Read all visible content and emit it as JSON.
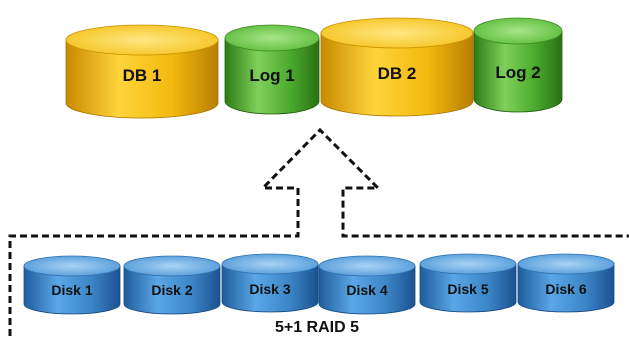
{
  "volumes": [
    {
      "label": "DB 1",
      "kind": "database"
    },
    {
      "label": "Log 1",
      "kind": "log"
    },
    {
      "label": "DB 2",
      "kind": "database"
    },
    {
      "label": "Log 2",
      "kind": "log"
    }
  ],
  "disks": [
    {
      "label": "Disk 1"
    },
    {
      "label": "Disk 2"
    },
    {
      "label": "Disk 3"
    },
    {
      "label": "Disk 4"
    },
    {
      "label": "Disk 5"
    },
    {
      "label": "Disk 6"
    }
  ],
  "array": {
    "label": "5+1 RAID 5"
  },
  "colors": {
    "database": "#f2b90f",
    "log": "#58b738",
    "disk": "#3c86c8",
    "connector": "#111111"
  },
  "icons": {
    "arrow": "up-arrow-icon"
  }
}
